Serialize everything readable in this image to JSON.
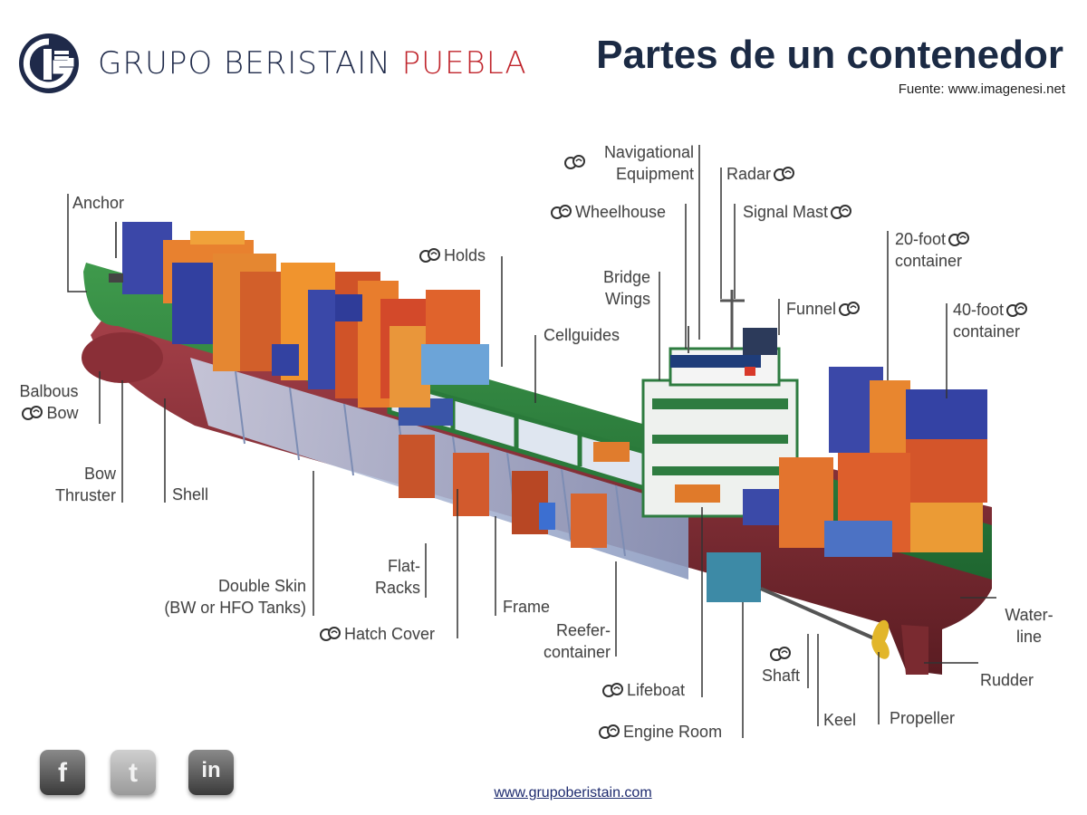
{
  "header": {
    "brand_part1": "GRUPO BERISTAIN",
    "brand_part2": "PUEBLA",
    "title": "Partes de un contenedor",
    "source": "Fuente: www.imagenesi.net"
  },
  "labels": {
    "anchor": "Anchor",
    "balbous_bow_1": "Balbous",
    "balbous_bow_2": "Bow",
    "bow_thruster_1": "Bow",
    "bow_thruster_2": "Thruster",
    "shell": "Shell",
    "double_skin_1": "Double Skin",
    "double_skin_2": "(BW or HFO Tanks)",
    "hatch_cover": "Hatch Cover",
    "flat_racks_1": "Flat-",
    "flat_racks_2": "Racks",
    "frame": "Frame",
    "reefer_1": "Reefer-",
    "reefer_2": "container",
    "lifeboat": "Lifeboat",
    "engine_room": "Engine Room",
    "shaft": "Shaft",
    "keel": "Keel",
    "propeller": "Propeller",
    "rudder": "Rudder",
    "waterline_1": "Water-",
    "waterline_2": "line",
    "holds": "Holds",
    "cellguides": "Cellguides",
    "bridge_wings_1": "Bridge",
    "bridge_wings_2": "Wings",
    "navigational_1": "Navigational",
    "navigational_2": "Equipment",
    "wheelhouse": "Wheelhouse",
    "radar": "Radar",
    "signal_mast": "Signal Mast",
    "funnel": "Funnel",
    "container20_1": "20-foot",
    "container20_2": "container",
    "container40_1": "40-foot",
    "container40_2": "container"
  },
  "footer": {
    "facebook": "f",
    "twitter": "t",
    "linkedin": "in",
    "website": "www.grupoberistain.com"
  }
}
